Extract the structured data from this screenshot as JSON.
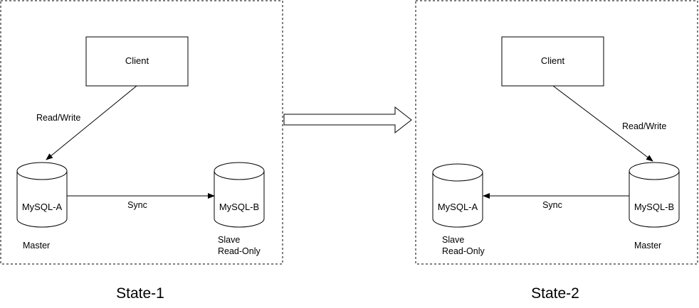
{
  "panels": [
    {
      "id": "state1",
      "caption": "State-1",
      "client_label": "Client",
      "edge_rw_label": "Read/Write",
      "sync_label": "Sync",
      "db_left": "MySQL-A",
      "db_right": "MySQL-B",
      "left_role": "Master",
      "right_role_line1": "Slave",
      "right_role_line2": "Read-Only"
    },
    {
      "id": "state2",
      "caption": "State-2",
      "client_label": "Client",
      "edge_rw_label": "Read/Write",
      "sync_label": "Sync",
      "db_left": "MySQL-A",
      "db_right": "MySQL-B",
      "left_role_line1": "Slave",
      "left_role_line2": "Read-Only",
      "right_role": "Master"
    }
  ],
  "colors": {
    "stroke": "#000000",
    "fill": "#ffffff",
    "text": "#000000"
  }
}
